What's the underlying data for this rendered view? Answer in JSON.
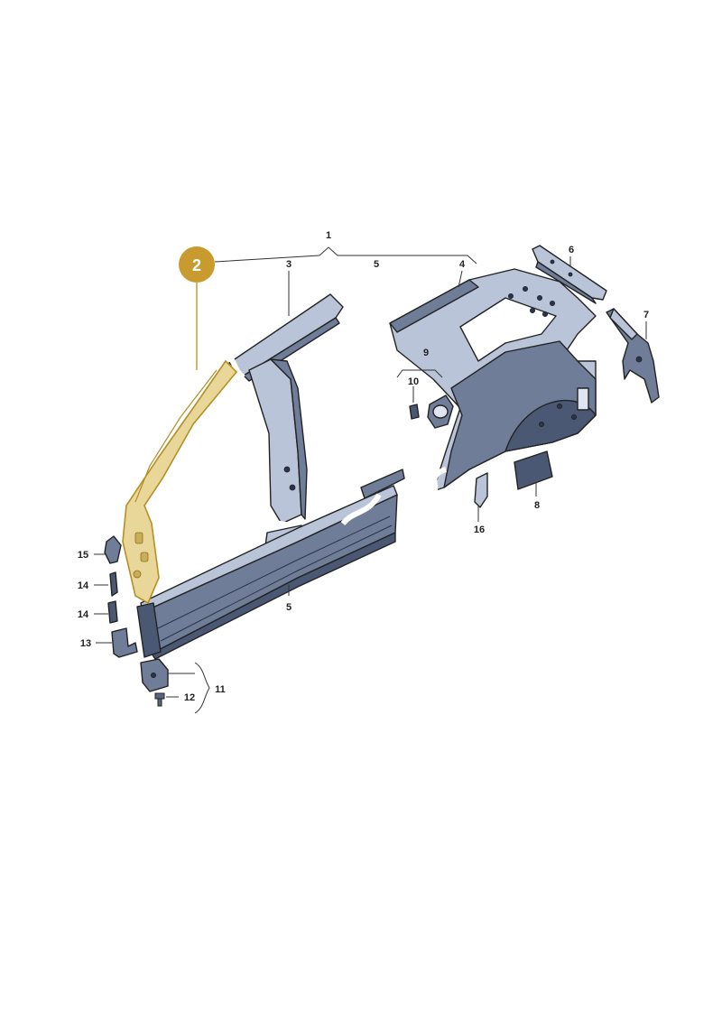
{
  "diagram": {
    "highlight_color": "#c99a2e",
    "part_color": "#5a6783",
    "highlighted_part": "2",
    "callouts": {
      "n1": "1",
      "n2": "2",
      "n3": "3",
      "n4": "4",
      "n5a": "5",
      "n5b": "5",
      "n6": "6",
      "n7": "7",
      "n8": "8",
      "n9": "9",
      "n10": "10",
      "n11": "11",
      "n12": "12",
      "n13": "13",
      "n14a": "14",
      "n14b": "14",
      "n15": "15",
      "n16": "16"
    }
  }
}
